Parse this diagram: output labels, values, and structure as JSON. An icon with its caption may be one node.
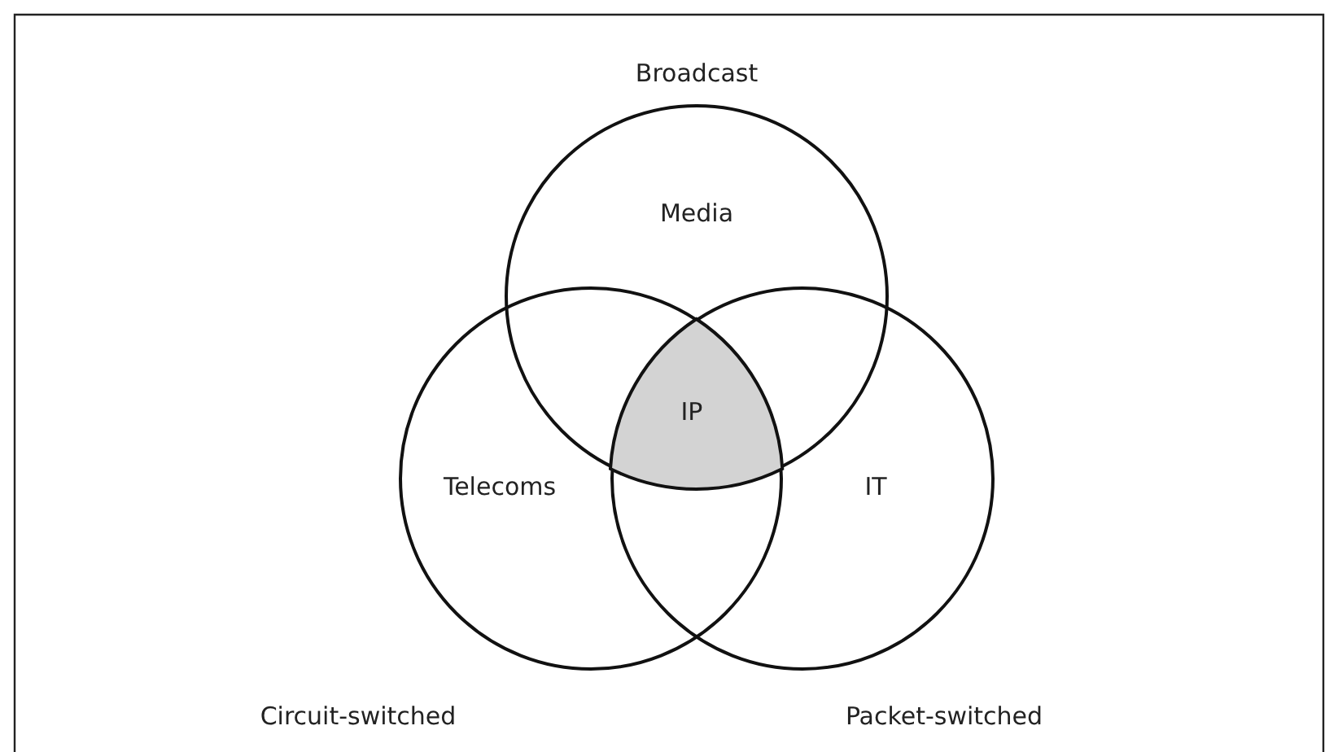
{
  "diagram": {
    "nodes": [
      {
        "text": [
          "Media"
        ],
        "beside": [
          "Broadcast"
        ]
      },
      {
        "text": [
          "Telecoms"
        ],
        "beside": [
          "Circuit-switched"
        ]
      },
      {
        "text": [
          "IT"
        ],
        "beside": [
          "Packet-switched"
        ]
      },
      {
        "text": [
          "IP"
        ]
      }
    ]
  }
}
